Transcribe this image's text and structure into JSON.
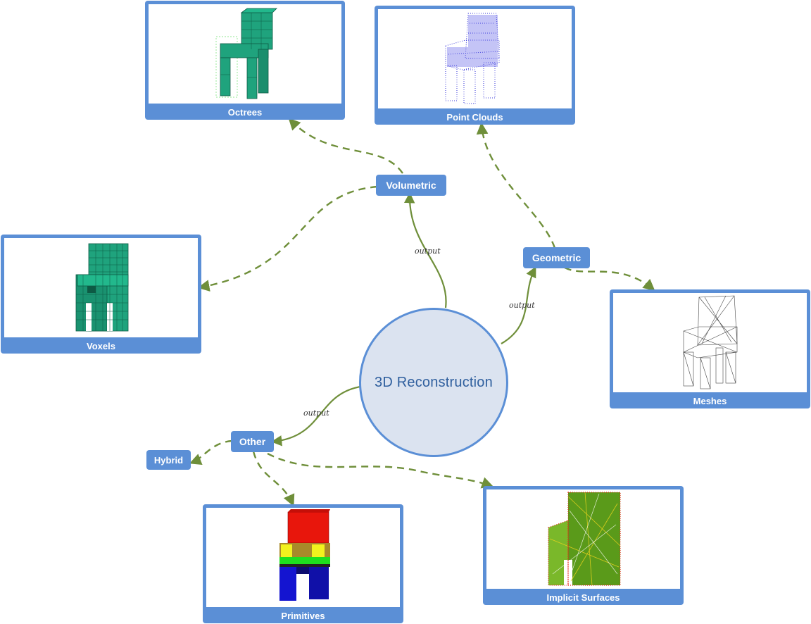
{
  "center": {
    "label": "3D Reconstruction"
  },
  "categories": {
    "volumetric": "Volumetric",
    "geometric": "Geometric",
    "other": "Other",
    "hybrid": "Hybrid"
  },
  "edge_label": "output",
  "cards": {
    "octrees": "Octrees",
    "point_clouds": "Point Clouds",
    "voxels": "Voxels",
    "meshes": "Meshes",
    "primitives": "Primitives",
    "implicit_surfaces": "Implicit Surfaces"
  },
  "colors": {
    "node_blue": "#5b8fd6",
    "center_fill": "#dbe3f0",
    "edge_green": "#6f8f3a",
    "voxel_teal": "#1fa37d"
  }
}
